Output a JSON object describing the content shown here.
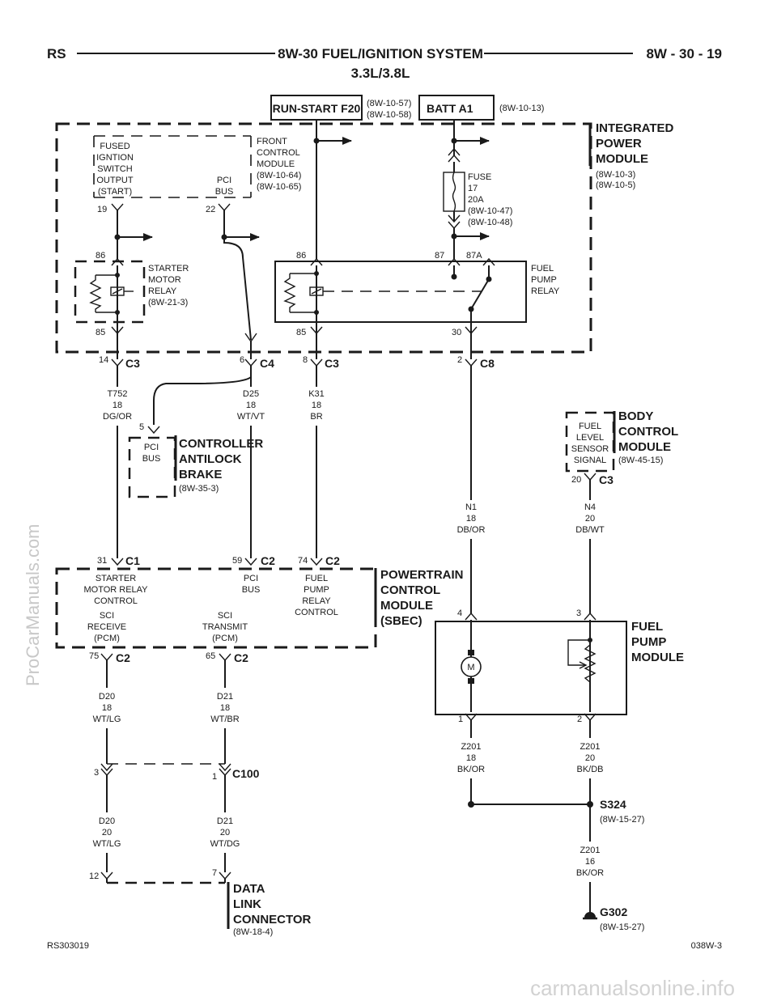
{
  "header": {
    "left": "RS",
    "title": "8W-30 FUEL/IGNITION SYSTEM",
    "subtitle": "3.3L/3.8L",
    "right": "8W - 30 - 19"
  },
  "sources": {
    "run_start": {
      "label": "RUN-START F20",
      "refs": [
        "(8W-10-57)",
        "(8W-10-58)"
      ]
    },
    "batt": {
      "label": "BATT A1",
      "ref": "(8W-10-13)"
    }
  },
  "ipm": {
    "title": [
      "INTEGRATED",
      "POWER",
      "MODULE"
    ],
    "refs": [
      "(8W-10-3)",
      "(8W-10-5)"
    ],
    "ign_output": [
      "FUSED",
      "IGNTION",
      "SWITCH",
      "OUTPUT",
      "(START)"
    ],
    "fcm": [
      "FRONT",
      "CONTROL",
      "MODULE",
      "(8W-10-64)",
      "(8W-10-65)"
    ],
    "pci_bus": [
      "PCI",
      "BUS"
    ],
    "pin19": "19",
    "pin22": "22",
    "fuse": [
      "FUSE",
      "17",
      "20A",
      "(8W-10-47)",
      "(8W-10-48)"
    ],
    "starter_relay": [
      "STARTER",
      "MOTOR",
      "RELAY",
      "(8W-21-3)"
    ],
    "fuel_pump_relay": [
      "FUEL",
      "PUMP",
      "RELAY"
    ],
    "pin_sr_86": "86",
    "pin_sr_85": "85",
    "pin_fp_86": "86",
    "pin_fp_85": "85",
    "pin_fp_87": "87",
    "pin_fp_87a": "87A",
    "pin_fp_30": "30"
  },
  "connectors": {
    "c3_14": {
      "pin": "14",
      "name": "C3"
    },
    "c4_6": {
      "pin": "6",
      "name": "C4"
    },
    "c3_8": {
      "pin": "8",
      "name": "C3"
    },
    "c8_2": {
      "pin": "2",
      "name": "C8"
    },
    "bcm_c3_20": {
      "pin": "20",
      "name": "C3"
    },
    "pcm_c1_31": {
      "pin": "31",
      "name": "C1"
    },
    "pcm_c2_59": {
      "pin": "59",
      "name": "C2"
    },
    "pcm_c2_74": {
      "pin": "74",
      "name": "C2"
    },
    "pcm_c2_75": {
      "pin": "75",
      "name": "C2"
    },
    "pcm_c2_65": {
      "pin": "65",
      "name": "C2"
    },
    "c100": {
      "pin3": "3",
      "pin1": "1",
      "name": "C100"
    },
    "fpm_pins": {
      "p4": "4",
      "p3": "3",
      "p1": "1",
      "p2": "2"
    },
    "dlc_pins": {
      "p12": "12",
      "p7": "7"
    },
    "cab_pin": "5"
  },
  "wires": {
    "t752": [
      "T752",
      "18",
      "DG/OR"
    ],
    "d25": [
      "D25",
      "18",
      "WT/VT"
    ],
    "k31": [
      "K31",
      "18",
      "BR"
    ],
    "n1": [
      "N1",
      "18",
      "DB/OR"
    ],
    "n4": [
      "N4",
      "20",
      "DB/WT"
    ],
    "d20a": [
      "D20",
      "18",
      "WT/LG"
    ],
    "d21a": [
      "D21",
      "18",
      "WT/BR"
    ],
    "d20b": [
      "D20",
      "20",
      "WT/LG"
    ],
    "d21b": [
      "D21",
      "20",
      "WT/DG"
    ],
    "z201a": [
      "Z201",
      "18",
      "BK/OR"
    ],
    "z201b": [
      "Z201",
      "20",
      "BK/DB"
    ],
    "z201c": [
      "Z201",
      "16",
      "BK/OR"
    ]
  },
  "cab": {
    "title": [
      "CONTROLLER",
      "ANTILOCK",
      "BRAKE"
    ],
    "ref": "(8W-35-3)",
    "pci": [
      "PCI",
      "BUS"
    ]
  },
  "bcm": {
    "title": [
      "BODY",
      "CONTROL",
      "MODULE"
    ],
    "ref": "(8W-45-15)",
    "signal": [
      "FUEL",
      "LEVEL",
      "SENSOR",
      "SIGNAL"
    ]
  },
  "pcm": {
    "title": [
      "POWERTRAIN",
      "CONTROL",
      "MODULE",
      "(SBEC)"
    ],
    "starter": [
      "STARTER",
      "MOTOR RELAY",
      "CONTROL"
    ],
    "pci": [
      "PCI",
      "BUS"
    ],
    "fuel": [
      "FUEL",
      "PUMP",
      "RELAY",
      "CONTROL"
    ],
    "sci_rx": [
      "SCI",
      "RECEIVE",
      "(PCM)"
    ],
    "sci_tx": [
      "SCI",
      "TRANSMIT",
      "(PCM)"
    ]
  },
  "fpm": {
    "title": [
      "FUEL",
      "PUMP",
      "MODULE"
    ],
    "motor": "M"
  },
  "splice": {
    "name": "S324",
    "ref": "(8W-15-27)"
  },
  "ground": {
    "name": "G302",
    "ref": "(8W-15-27)"
  },
  "dlc": {
    "title": [
      "DATA",
      "LINK",
      "CONNECTOR"
    ],
    "ref": "(8W-18-4)"
  },
  "footer": {
    "left": "RS303019",
    "right": "038W-3"
  },
  "watermarks": {
    "side": "ProCarManuals.com",
    "bottom": "carmanualsonline.info"
  }
}
